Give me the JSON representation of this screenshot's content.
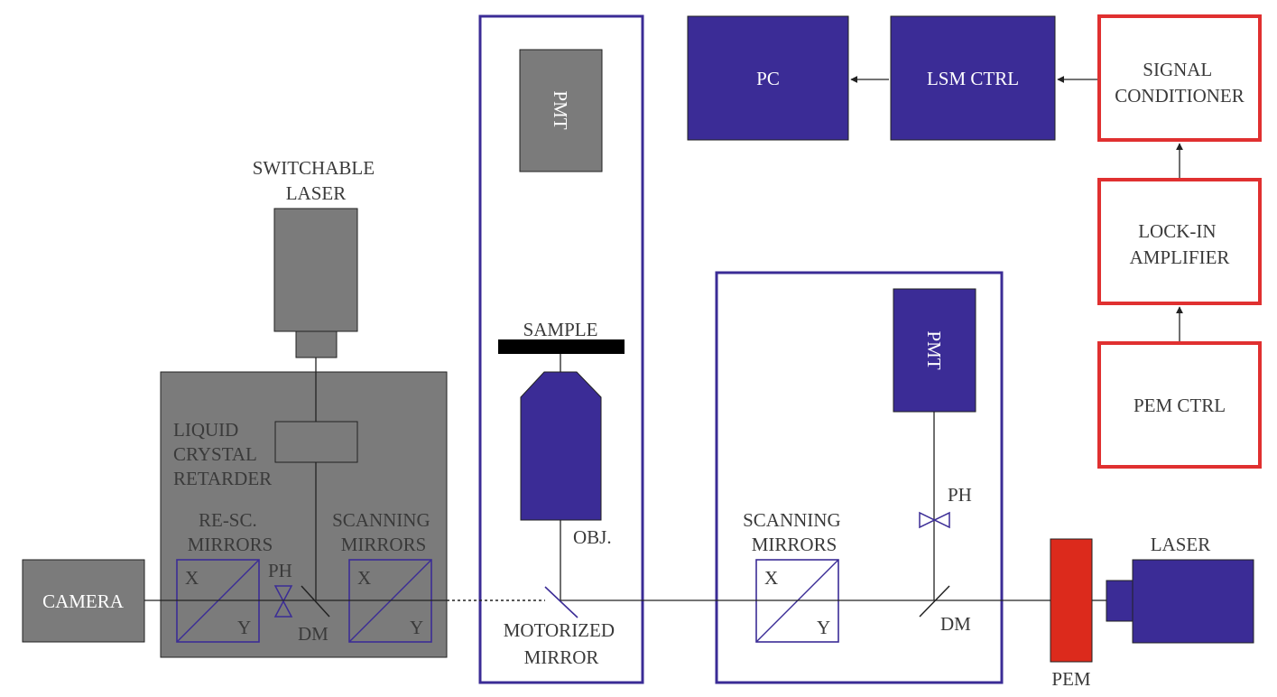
{
  "colors": {
    "navy": "#3b2c96",
    "gray": "#7b7b7b",
    "red": "#e03030",
    "pem_red": "#dc2a1c",
    "line": "#222222",
    "text": "#3a3a3a"
  },
  "labels": {
    "pmt_top": "PMT",
    "pc": "PC",
    "lsm_ctrl": "LSM CTRL",
    "signal_conditioner": [
      "SIGNAL",
      "CONDITIONER"
    ],
    "lock_in_amplifier": [
      "LOCK-IN",
      "AMPLIFIER"
    ],
    "pem_ctrl": "PEM CTRL",
    "switchable_laser": [
      "SWITCHABLE",
      "LASER"
    ],
    "sample": "SAMPLE",
    "liquid_crystal_retarder": [
      "LIQUID",
      "CRYSTAL",
      "RETARDER"
    ],
    "re_sc_mirrors": [
      "RE-SC.",
      "MIRRORS"
    ],
    "scanning_mirrors_left": [
      "SCANNING",
      "MIRRORS"
    ],
    "scanning_mirrors_right": [
      "SCANNING",
      "MIRRORS"
    ],
    "camera": "CAMERA",
    "ph_left": "PH",
    "dm_left": "DM",
    "ph_right": "PH",
    "dm_right": "DM",
    "axis_x": "X",
    "axis_y": "Y",
    "obj": "OBJ.",
    "motorized_mirror": [
      "MOTORIZED",
      "MIRROR"
    ],
    "pmt_right": "PMT",
    "laser": "LASER",
    "pem": "PEM"
  }
}
